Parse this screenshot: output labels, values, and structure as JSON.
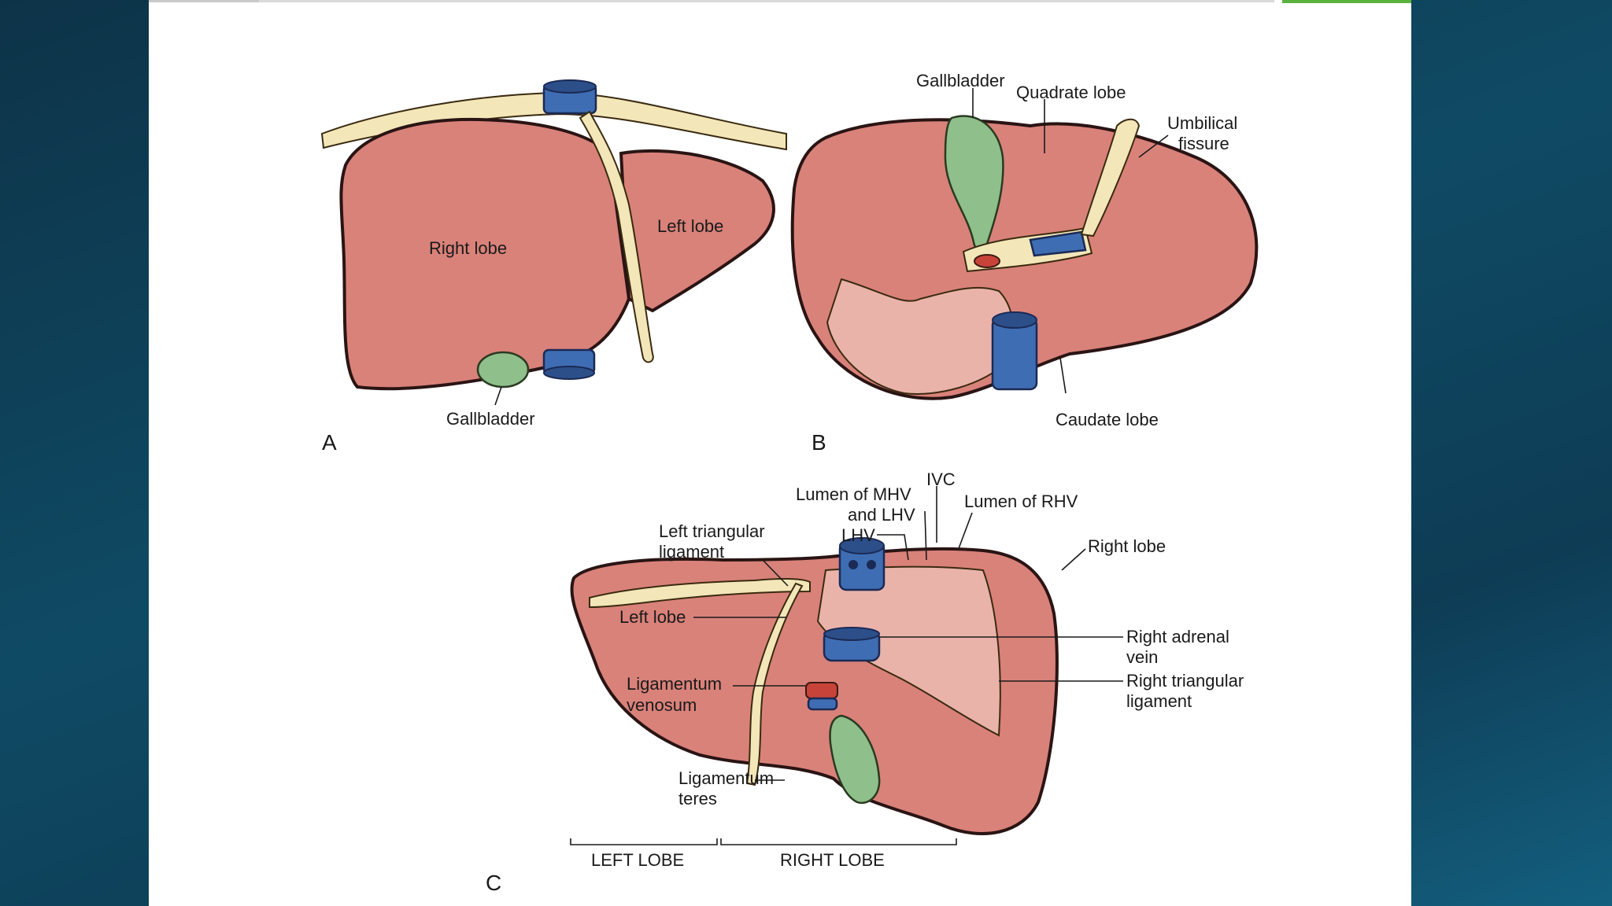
{
  "figure": {
    "panel_a": {
      "panel_letter": "A",
      "labels": {
        "right_lobe": "Right lobe",
        "left_lobe": "Left lobe",
        "gallbladder": "Gallbladder"
      }
    },
    "panel_b": {
      "panel_letter": "B",
      "labels": {
        "gallbladder": "Gallbladder",
        "quadrate_lobe": "Quadrate lobe",
        "umbilical_fissure_1": "Umbilical",
        "umbilical_fissure_2": "fissure",
        "caudate_lobe": "Caudate lobe"
      }
    },
    "panel_c": {
      "panel_letter": "C",
      "labels": {
        "ivc": "IVC",
        "lumen_mhv_lhv_1": "Lumen of MHV",
        "lumen_mhv_lhv_2": "and LHV",
        "lumen_rhv": "Lumen of RHV",
        "lhv": "LHV",
        "left_triangular_1": "Left triangular",
        "left_triangular_2": "ligament",
        "right_lobe": "Right lobe",
        "left_lobe": "Left lobe",
        "right_adrenal_1": "Right adrenal",
        "right_adrenal_2": "vein",
        "lig_venosum_1": "Ligamentum",
        "lig_venosum_2": "venosum",
        "right_triangular_1": "Right triangular",
        "right_triangular_2": "ligament",
        "lig_teres_1": "Ligamentum",
        "lig_teres_2": "teres",
        "left_lobe_caps": "LEFT LOBE",
        "right_lobe_caps": "RIGHT LOBE"
      }
    }
  },
  "colors": {
    "liver": "#d9827a",
    "ligament": "#f3e6b8",
    "vein": "#3f6db3",
    "gallbladder": "#8fbf8a",
    "accent_bar": "#5bb33e",
    "background": "#0f4a64"
  }
}
